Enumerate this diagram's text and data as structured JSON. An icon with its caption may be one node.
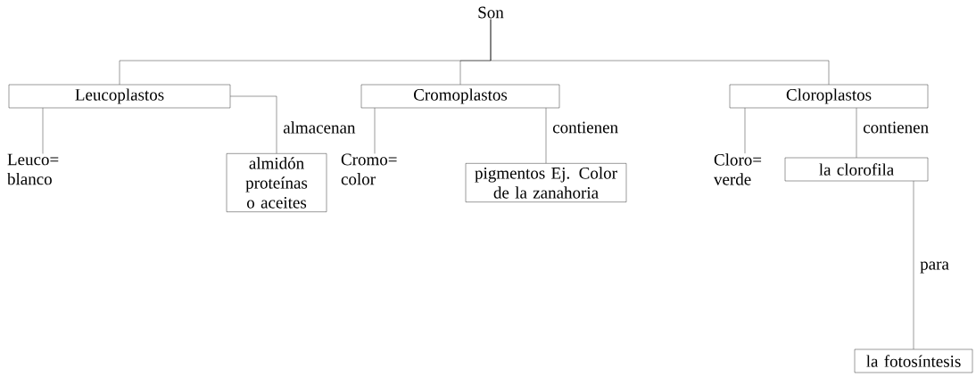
{
  "diagram": {
    "nodes": [
      {
        "text": [
          "Son"
        ]
      },
      {
        "text": [
          "Leucoplastos"
        ]
      },
      {
        "text": [
          "Cromoplastos"
        ]
      },
      {
        "text": [
          "Cloroplastos"
        ]
      },
      {
        "text": [
          "Leuco= blanco"
        ]
      },
      {
        "text": [
          "almidón proteínas o aceites"
        ]
      },
      {
        "text": [
          "Cromo= color"
        ]
      },
      {
        "text": [
          "pigmentos Ej. Color de la zanahoria"
        ]
      },
      {
        "text": [
          "Cloro= verde"
        ]
      },
      {
        "text": [
          "la clorofila"
        ]
      },
      {
        "text": [
          "la fotosíntesis"
        ]
      }
    ],
    "edges": [
      {
        "from": 0,
        "to": 1,
        "arrow": "none"
      },
      {
        "from": 0,
        "to": 2,
        "arrow": "none"
      },
      {
        "from": 0,
        "to": 3,
        "arrow": "none"
      },
      {
        "from": 1,
        "to": 4,
        "arrow": "none"
      },
      {
        "from": 1,
        "to": 5,
        "arrow": "none",
        "label": "almacenan"
      },
      {
        "from": 2,
        "to": 6,
        "arrow": "none"
      },
      {
        "from": 2,
        "to": 7,
        "arrow": "none",
        "label": "contienen"
      },
      {
        "from": 3,
        "to": 8,
        "arrow": "none"
      },
      {
        "from": 3,
        "to": 9,
        "arrow": "none",
        "label": "contienen"
      },
      {
        "from": 9,
        "to": 10,
        "arrow": "none",
        "label": "para"
      }
    ]
  }
}
